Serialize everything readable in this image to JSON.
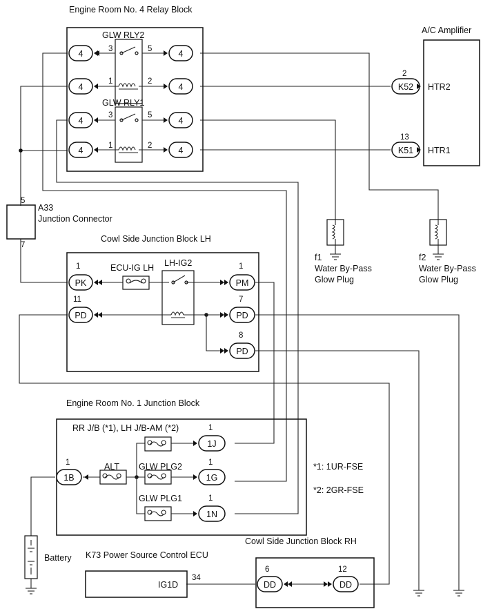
{
  "blocks": {
    "relay4": "Engine Room No. 4 Relay Block",
    "ac_amp": "A/C Amplifier",
    "junction_connector_id": "A33",
    "junction_connector": "Junction Connector",
    "cowl_lh": "Cowl Side Junction Block LH",
    "engine_room1": "Engine Room No. 1 Junction Block",
    "cowl_rh": "Cowl Side Junction Block RH",
    "ecu": "K73 Power Source Control ECU",
    "battery": "Battery",
    "rr_jb": "RR J/B (*1), LH J/B-AM (*2)"
  },
  "relays": {
    "glw_rly2": "GLW RLY2",
    "glw_rly1": "GLW RLY1",
    "lh_ig2": "LH-IG2"
  },
  "fuses": {
    "ecu_ig_lh": "ECU-IG LH",
    "alt": "ALT",
    "glw_plg2": "GLW PLG2",
    "glw_plg1": "GLW PLG1"
  },
  "glow_plugs": {
    "f1_id": "f1",
    "f2_id": "f2",
    "line1": "Water By-Pass",
    "line2": "Glow Plug"
  },
  "ac_pins": {
    "htr2": "HTR2",
    "htr1": "HTR1",
    "k52": "K52",
    "k51": "K51",
    "pin2": "2",
    "pin13": "13"
  },
  "ecu_pin": {
    "label": "IG1D",
    "num": "34"
  },
  "notes": {
    "n1": "*1: 1UR-FSE",
    "n2": "*2: 2GR-FSE"
  },
  "connectors": {
    "c4": "4",
    "pk": "PK",
    "pd": "PD",
    "pm": "PM",
    "j1": "1J",
    "g1": "1G",
    "n1": "1N",
    "b1": "1B",
    "dd": "DD"
  },
  "pins": {
    "p1": "1",
    "p2": "2",
    "p3": "3",
    "p5": "5",
    "p6": "6",
    "p7": "7",
    "p8": "8",
    "p11": "11",
    "p12": "12"
  }
}
